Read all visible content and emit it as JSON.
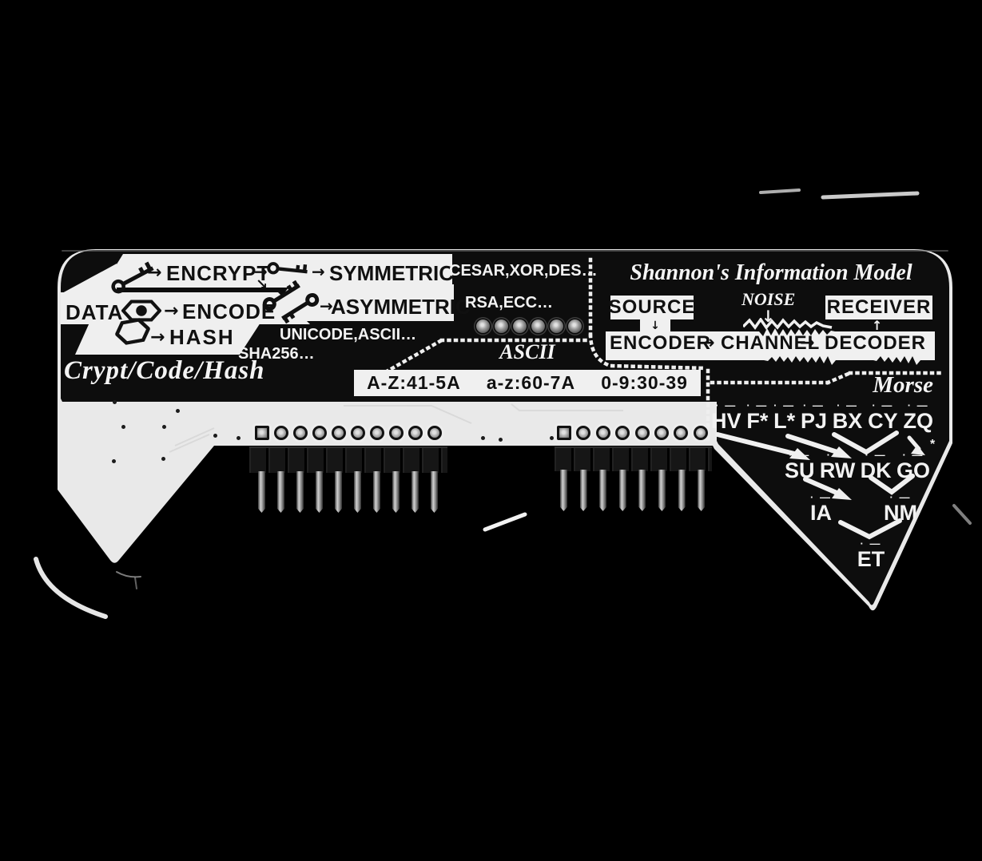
{
  "board": {
    "crypto": {
      "caption": "Crypt/Code/Hash",
      "data_label": "DATA",
      "encrypt_label": "ENCRYPT",
      "encode_label": "ENCODE",
      "hash_label": "HASH",
      "symmetric_label": "SYMMETRIC",
      "asymmetric_label": "ASYMMETRIC",
      "symmetric_examples": "CESAR,XOR,DES…",
      "asymmetric_examples": "RSA,ECC…",
      "encode_examples": "UNICODE,ASCII…",
      "hash_examples": "SHA256…",
      "arrow": "→",
      "branch_arrow": "↘"
    },
    "ascii": {
      "title": "ASCII",
      "ranges": [
        "A-Z:41-5A",
        "a-z:60-7A",
        "0-9:30-39"
      ]
    },
    "shannon": {
      "title": "Shannon's Information Model",
      "source": "SOURCE",
      "encoder": "ENCODER",
      "channel": "CHANNEL",
      "decoder": "DECODER",
      "receiver": "RECEIVER",
      "noise": "NOISE",
      "arrow": "→",
      "down_arrow": "↓",
      "up_arrow": "↑"
    },
    "morse": {
      "title": "Morse",
      "mark": "· —",
      "star": "*",
      "rows": [
        [
          "HV",
          "F*",
          "L*",
          "PJ",
          "BX",
          "CY",
          "ZQ"
        ],
        [
          "SU",
          "RW",
          "DK",
          "GO"
        ],
        [
          "IA",
          "NM"
        ],
        [
          "ET"
        ]
      ]
    },
    "hardware": {
      "left_header_pin_count": 10,
      "right_header_pin_count": 8,
      "led_count": 6
    },
    "colors": {
      "background": "#000000",
      "board_black": "#0d0d0d",
      "silkscreen_white": "#f2f2f2",
      "bare_pcb": "#e9e9e9",
      "pin_silver": "#b9b9b9"
    }
  }
}
